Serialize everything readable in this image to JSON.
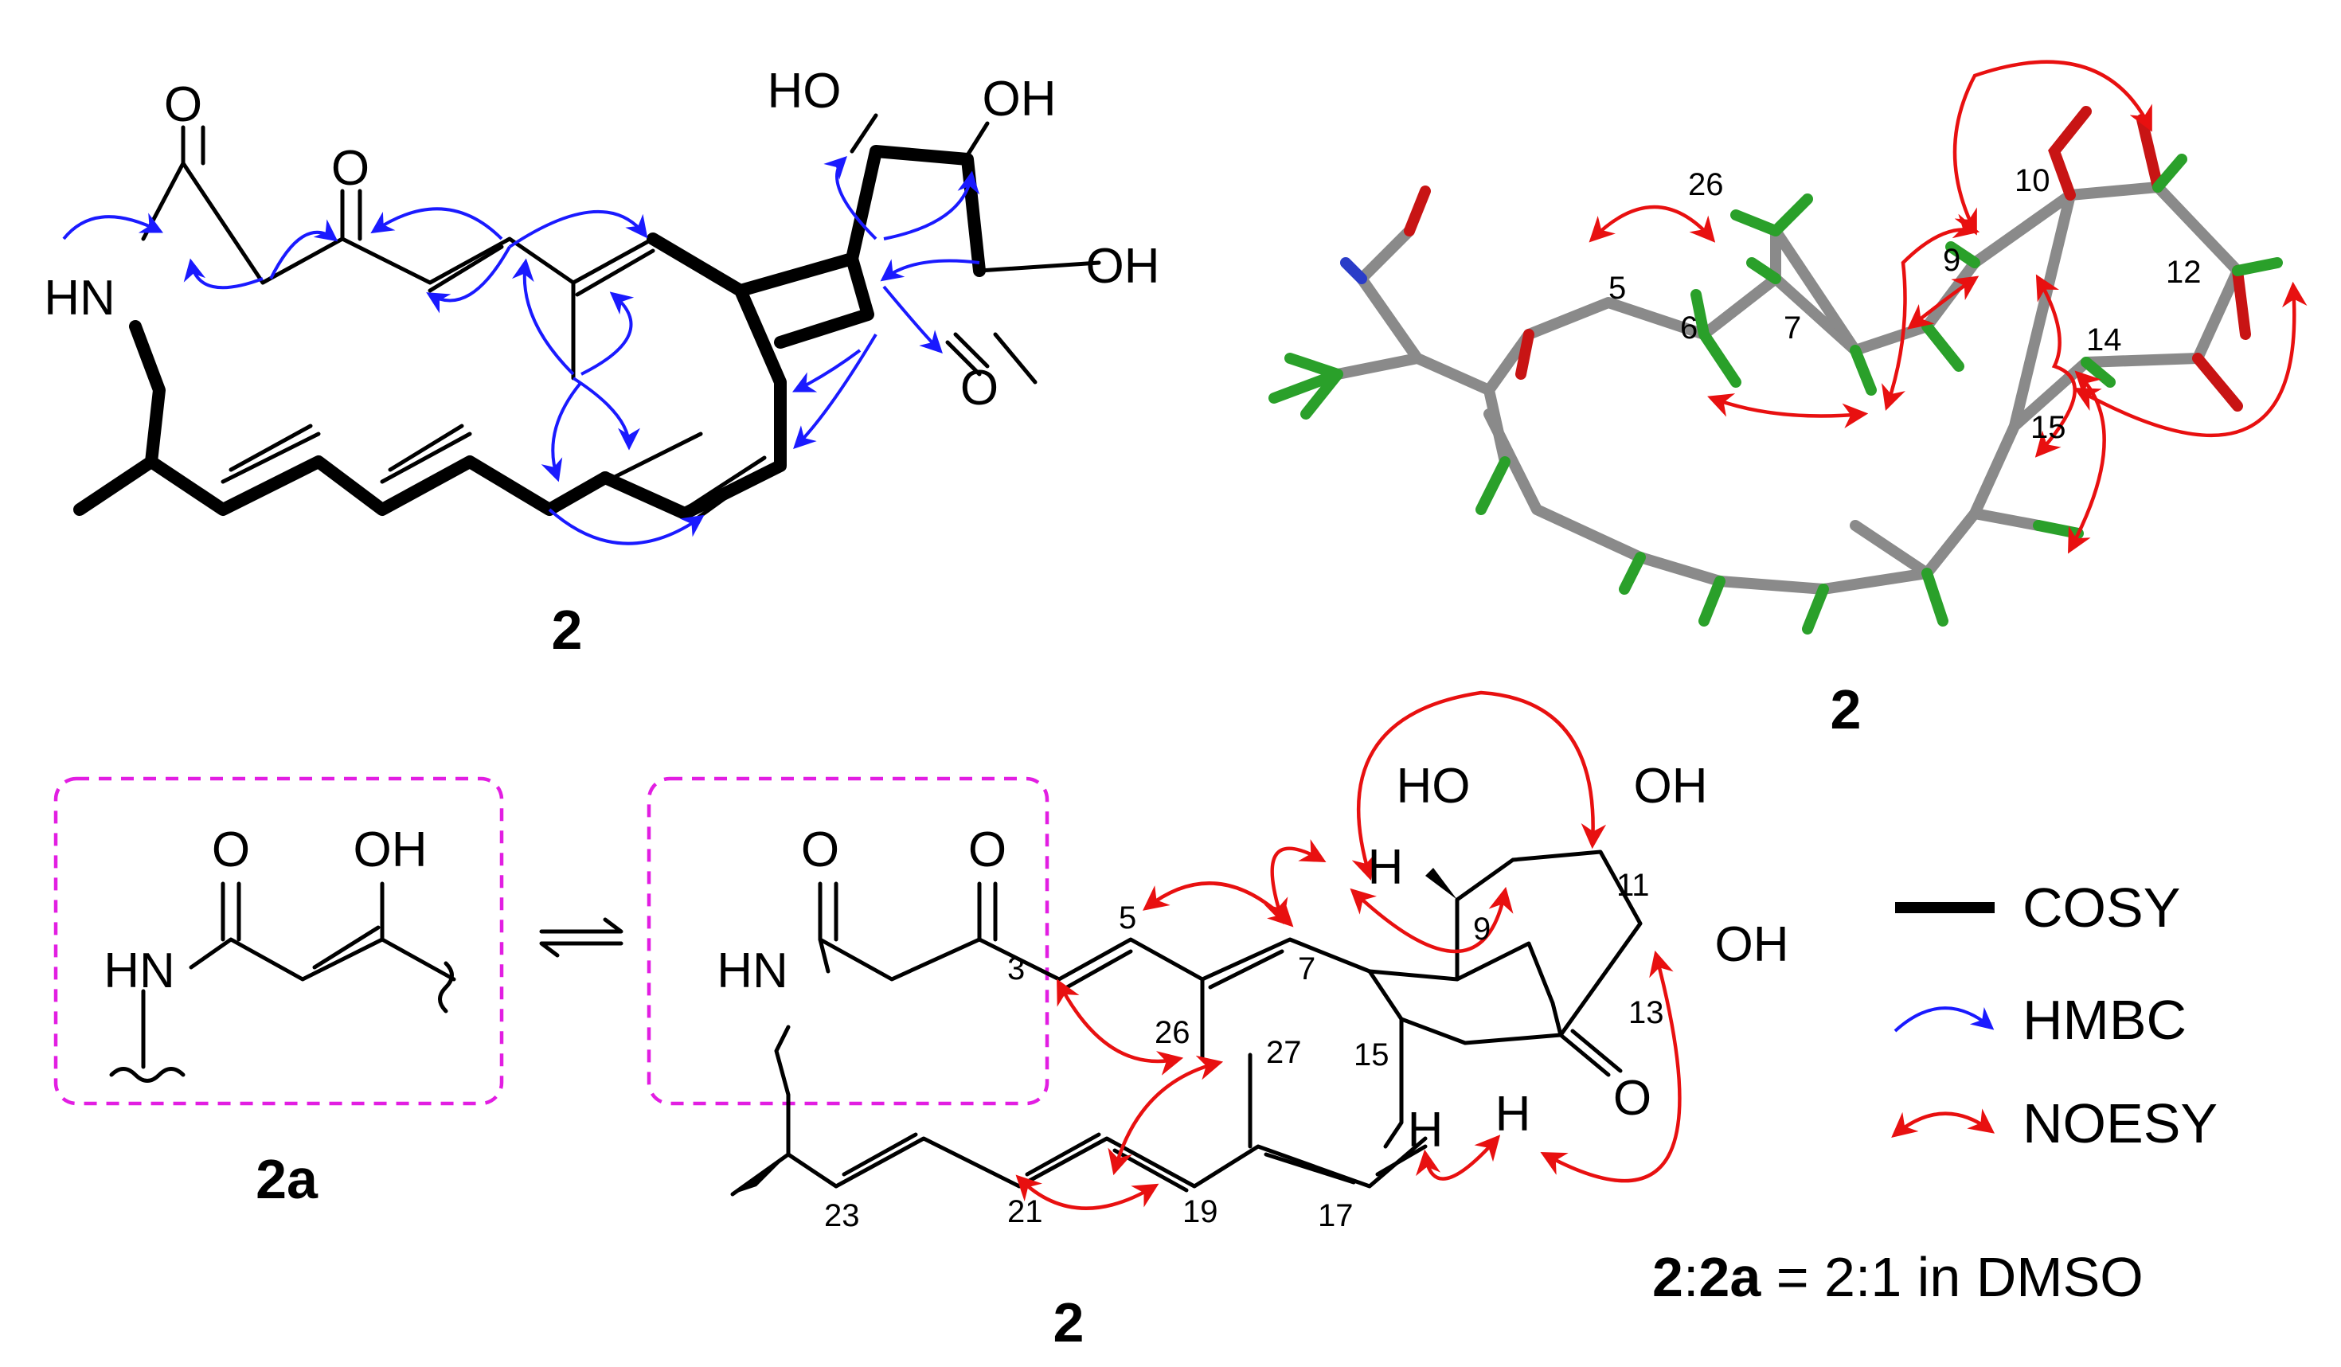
{
  "labels": {
    "compound_2": "2",
    "compound_2a": "2a",
    "HO": "HO",
    "OH": "OH",
    "O": "O",
    "HN": "HN",
    "H": "H"
  },
  "numbers": {
    "n3": "3",
    "n5": "5",
    "n6": "6",
    "n7": "7",
    "n9": "9",
    "n10": "10",
    "n11": "11",
    "n12": "12",
    "n13": "13",
    "n14": "14",
    "n15": "15",
    "n17": "17",
    "n19": "19",
    "n21": "21",
    "n23": "23",
    "n26": "26",
    "n27": "27"
  },
  "legend": {
    "cosy": "COSY",
    "hmbc": "HMBC",
    "noesy": "NOESY"
  },
  "ratio": {
    "part1": "2",
    "part2": ":",
    "part3": "2a",
    "part4": " = 2:1 in DMSO"
  },
  "colors": {
    "hmbc_arrow": "#1a1aff",
    "noesy_arrow": "#e81010",
    "box_dashed": "#e21ee2",
    "model_carbon": "#8a8a8a",
    "model_hydrogen": "#2aa02a",
    "model_oxygen": "#c81414",
    "model_nitrogen": "#2a3cc8"
  }
}
